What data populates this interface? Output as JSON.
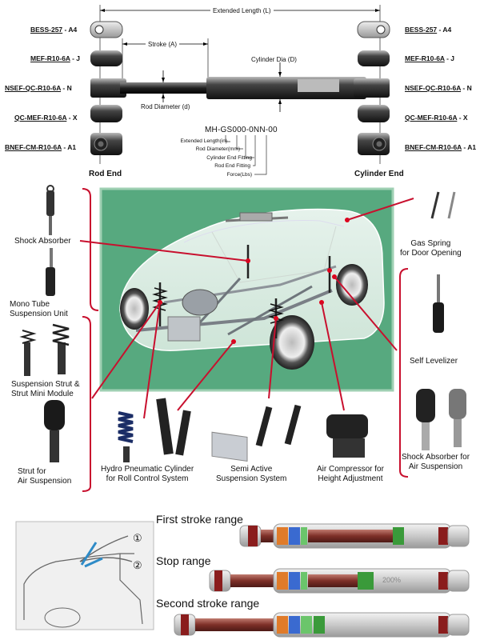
{
  "dimensions": {
    "extended_length": "Extended Length (L)",
    "stroke": "Stroke (A)",
    "cylinder_dia": "Cylinder Dia (D)",
    "rod_diameter": "Rod Diameter (d)"
  },
  "end_fittings": [
    {
      "code": "BESS-257",
      "suffix": " - A4"
    },
    {
      "code": "MEF-R10-6A",
      "suffix": " - J"
    },
    {
      "code": "NSEF-QC-R10-6A",
      "suffix": " - N"
    },
    {
      "code": "QC-MEF-R10-6A",
      "suffix": " - X"
    },
    {
      "code": "BNEF-CM-R10-6A",
      "suffix": " - A1"
    }
  ],
  "part_number": {
    "code": "MH-GS000-0NN-00",
    "legend": [
      "Extended Length(in)",
      "Rod Diameter(mm)",
      "Cylinder End Fitting",
      "Rod End Fitting",
      "Force(Lbs)"
    ]
  },
  "end_labels": {
    "rod_end": "Rod End",
    "cylinder_end": "Cylinder End"
  },
  "applications": {
    "shock_absorber": "Shock Absorber",
    "mono_tube": [
      "Mono Tube",
      "Suspension Unit"
    ],
    "suspension_strut": [
      "Suspension Strut &",
      "Strut Mini Module"
    ],
    "strut_air": [
      "Strut for",
      "Air Suspension"
    ],
    "hydro_pneumatic": [
      "Hydro Pneumatic Cylinder",
      "for Roll Control System"
    ],
    "semi_active": [
      "Semi Active",
      "Suspension System"
    ],
    "air_compressor": [
      "Air Compressor for",
      "Height Adjustment"
    ],
    "gas_spring": [
      "Gas Spring",
      "for Door Opening"
    ],
    "self_levelizer": "Self Levelizer",
    "shock_air": [
      "Shock Absorber for",
      "Air Suspension"
    ]
  },
  "stroke_diagram": {
    "first": "First stroke range",
    "stop": "Stop range",
    "second": "Second stroke range",
    "marker_1": "①",
    "marker_2": "②",
    "stop_readout": "200%"
  },
  "colors": {
    "green_panel": "#57a97f",
    "red_line": "#c8102e",
    "rod_brown": "#8a3a32",
    "body_gray": "#d8d8d8",
    "fitting_dark": "#3a3a3a"
  }
}
